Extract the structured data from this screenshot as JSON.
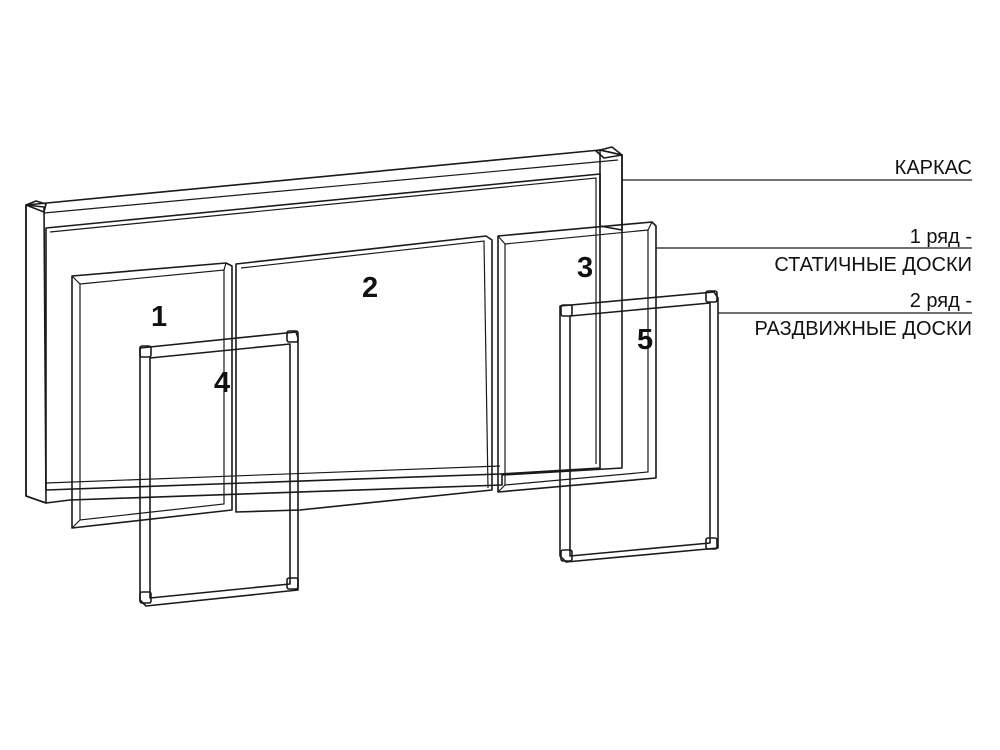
{
  "labels": {
    "frame": "КАРКАС",
    "row1_line1": "1 ряд -",
    "row1_line2": "СТАТИЧНЫЕ ДОСКИ",
    "row2_line1": "2 ряд -",
    "row2_line2": "РАЗДВИЖНЫЕ ДОСКИ"
  },
  "boards": {
    "b1": "1",
    "b2": "2",
    "b3": "3",
    "b4": "4",
    "b5": "5"
  },
  "colors": {
    "outline": "#1a1a1a",
    "board_fill": "#ffffff",
    "sliding_fill": "#e6e6e6",
    "frame_fill": "#f4f4f4"
  }
}
